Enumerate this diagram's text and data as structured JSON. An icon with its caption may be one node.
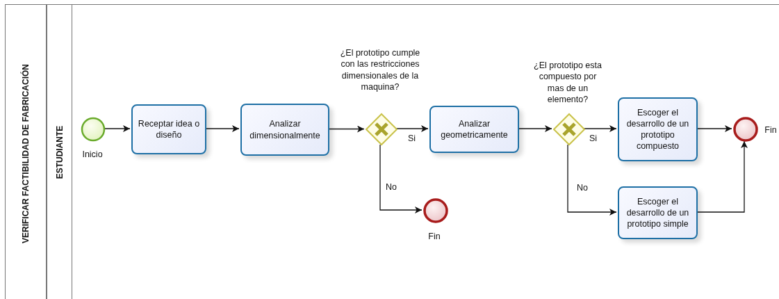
{
  "diagram": {
    "nodes": [
      {
        "text": [
          "VERIFICAR FACTIBILIDAD DE FABRICACIÓN"
        ]
      },
      {
        "text": [
          "ESTUDIANTE"
        ],
        "in": 0
      },
      {
        "text": [],
        "shape": "circle",
        "beside": [
          "Inicio"
        ],
        "in": 1
      },
      {
        "text": [
          "Receptar idea o diseño"
        ],
        "in": 1
      },
      {
        "text": [
          "Analizar dimensionalmente"
        ],
        "in": 1
      },
      {
        "text": [],
        "shape": "diamond",
        "beside": [
          "¿El prototipo cumple con las restricciones dimensionales de la maquina?"
        ],
        "in": 1
      },
      {
        "text": [
          "Analizar geometricamente"
        ],
        "in": 1
      },
      {
        "text": [],
        "shape": "circle",
        "beside": [
          "Fin"
        ],
        "in": 1
      },
      {
        "text": [],
        "shape": "diamond",
        "beside": [
          "¿El prototipo esta compuesto por mas de un elemento?"
        ],
        "in": 1
      },
      {
        "text": [
          "Escoger el desarrollo de un prototipo compuesto"
        ],
        "in": 1
      },
      {
        "text": [
          "Escoger el desarrollo de un prototipo simple"
        ],
        "in": 1
      },
      {
        "text": [],
        "shape": "circle",
        "beside": [
          "Fin"
        ],
        "in": 1
      }
    ],
    "edges": [
      {
        "from": 2,
        "to": 3,
        "arrow": "to"
      },
      {
        "from": 3,
        "to": 4,
        "arrow": "to"
      },
      {
        "from": 4,
        "to": 5,
        "arrow": "to"
      },
      {
        "from": 5,
        "to": 6,
        "arrow": "to",
        "label": "Si"
      },
      {
        "from": 5,
        "to": 7,
        "arrow": "to",
        "label": "No"
      },
      {
        "from": 6,
        "to": 8,
        "arrow": "to"
      },
      {
        "from": 8,
        "to": 9,
        "arrow": "to",
        "label": "Si"
      },
      {
        "from": 8,
        "to": 10,
        "arrow": "to",
        "label": "No"
      },
      {
        "from": 9,
        "to": 11,
        "arrow": "to"
      },
      {
        "from": 10,
        "to": 11,
        "arrow": "to"
      }
    ]
  }
}
